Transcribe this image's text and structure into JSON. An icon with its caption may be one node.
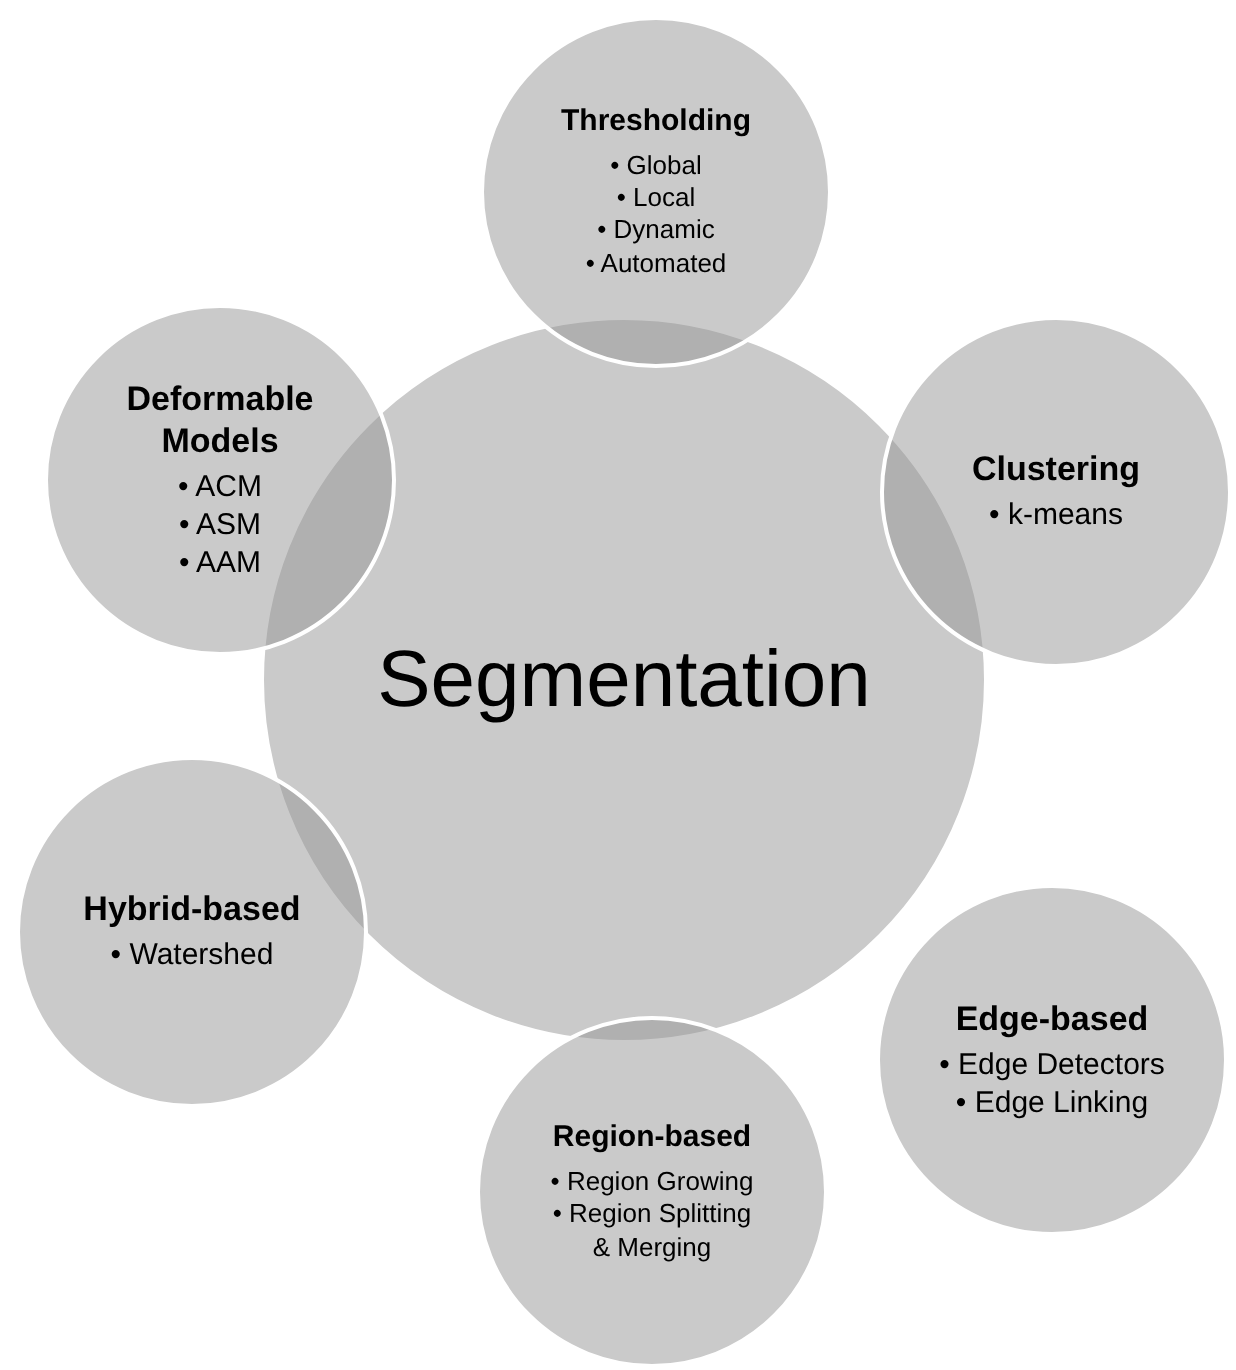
{
  "diagram": {
    "nodes": [
      {
        "text": [
          "Segmentation"
        ]
      },
      {
        "text": [
          "Thresholding",
          "• Global",
          "• Local",
          "• Dynamic",
          "• Automated"
        ]
      },
      {
        "text": [
          "Clustering",
          "• k-means"
        ]
      },
      {
        "text": [
          "Edge-based",
          "• Edge Detectors",
          "• Edge Linking"
        ]
      },
      {
        "text": [
          "Region-based",
          "• Region Growing",
          "• Region Splitting & Merging"
        ]
      },
      {
        "text": [
          "Hybrid-based",
          "• Watershed"
        ]
      },
      {
        "text": [
          "Deformable Models",
          "• ACM",
          "• ASM",
          "• AAM"
        ]
      }
    ]
  }
}
